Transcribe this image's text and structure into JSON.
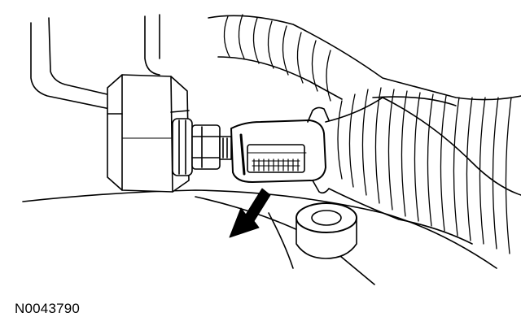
{
  "figure": {
    "reference_id": "N0043790",
    "colors": {
      "ink": "#000000",
      "paper": "#ffffff"
    },
    "callout": {
      "type": "arrow",
      "direction": "up-right"
    }
  }
}
